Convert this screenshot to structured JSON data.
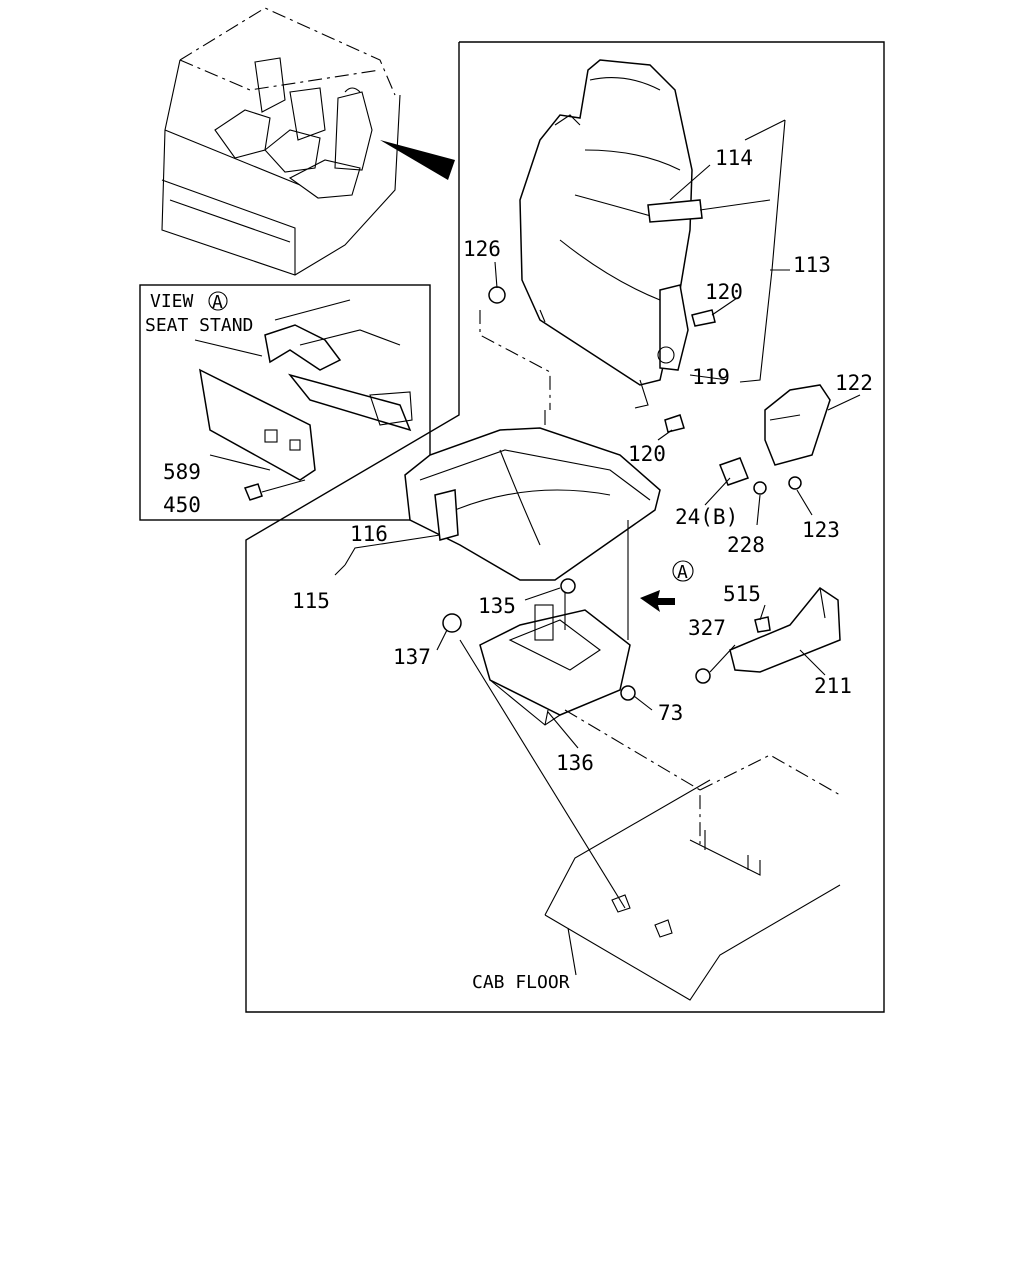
{
  "labels": {
    "p114": "114",
    "p113": "113",
    "p120a": "120",
    "p120b": "120",
    "p119": "119",
    "p126": "126",
    "p122": "122",
    "p123": "123",
    "p24b": "24(B)",
    "p228": "228",
    "p116": "116",
    "p115": "115",
    "p135": "135",
    "p137": "137",
    "p73": "73",
    "p136": "136",
    "p515": "515",
    "p327": "327",
    "p211": "211",
    "p589": "589",
    "p450": "450"
  },
  "view": {
    "prefix": "VIEW",
    "circle": "A",
    "subtitle": "SEAT STAND"
  },
  "arrow_marker": "A",
  "floor_label": "CAB FLOOR"
}
